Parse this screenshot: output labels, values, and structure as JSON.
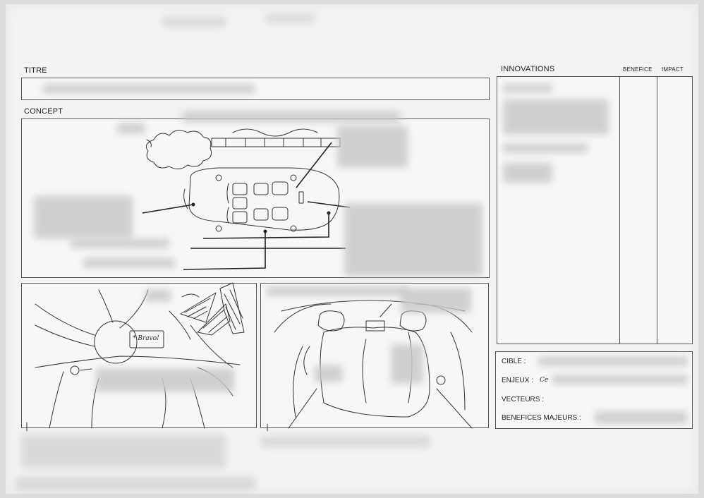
{
  "form": {
    "titre_label": "TITRE",
    "concept_label": "CONCEPT",
    "innovations_label": "INNOVATIONS",
    "benefice_label": "BENEFICE",
    "impact_label": "IMPACT",
    "cible_label": "CIBLE :",
    "enjeux_label": "ENJEUX :",
    "enjeux_partial": "Ce",
    "vecteurs_label": "VECTEURS :",
    "benefices_label": "BENEFICES MAJEURS :"
  },
  "sketch": {
    "screen_text": "* Bravo!"
  }
}
